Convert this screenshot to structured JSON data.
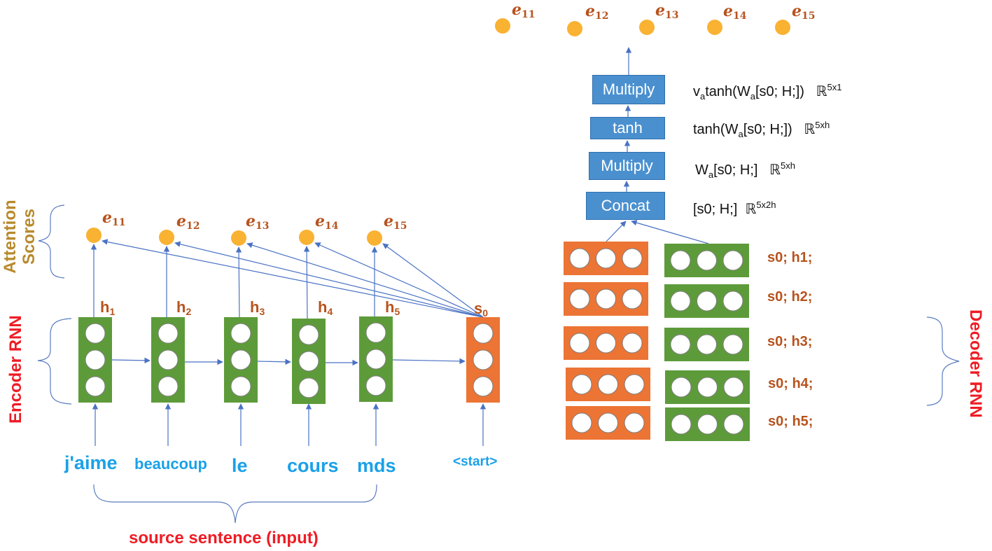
{
  "colors": {
    "encoder_green": "#5d9b3a",
    "decoder_orange": "#ec7434",
    "score_gold": "#f9b232",
    "arrow_blue": "#4a72c4",
    "op_blue": "#4a90cf",
    "word_blue": "#1aa1e8",
    "label_brown": "#b7531d",
    "label_red": "#ee1c24",
    "label_gold": "#b88a2d"
  },
  "labels": {
    "attention_scores_line1": "Attention",
    "attention_scores_line2": "Scores",
    "encoder_rnn": "Encoder RNN",
    "decoder_rnn": "Decoder RNN",
    "source_sentence": "source sentence (input)"
  },
  "encoder": {
    "words": [
      "j'aime",
      "beaucoup",
      "le",
      "cours",
      "mds"
    ],
    "hidden": [
      {
        "base": "h",
        "sub": "1"
      },
      {
        "base": "h",
        "sub": "2"
      },
      {
        "base": "h",
        "sub": "3"
      },
      {
        "base": "h",
        "sub": "4"
      },
      {
        "base": "h",
        "sub": "5"
      }
    ]
  },
  "decoder": {
    "start_token": "<start>",
    "state": {
      "base": "s",
      "sub": "0"
    }
  },
  "scores": [
    {
      "base": "e",
      "sub": "11"
    },
    {
      "base": "e",
      "sub": "12"
    },
    {
      "base": "e",
      "sub": "13"
    },
    {
      "base": "e",
      "sub": "14"
    },
    {
      "base": "e",
      "sub": "15"
    }
  ],
  "concat_pairs": [
    "s0; h1;",
    "s0; h2;",
    "s0; h3;",
    "s0; h4;",
    "s0; h5;"
  ],
  "ops": {
    "concat": "Concat",
    "multiply1": "Multiply",
    "tanh": "tanh",
    "multiply2": "Multiply"
  },
  "equations": {
    "concat": {
      "expr": "[s0; H;]",
      "space": "ℝ",
      "dim": "5x2h"
    },
    "multiply1": {
      "expr_pre": "W",
      "expr_sub": "a",
      "expr_post": "[s0; H;]",
      "space": "ℝ",
      "dim": "5xh"
    },
    "tanh": {
      "expr_pre": "tanh(W",
      "expr_sub": "a",
      "expr_post": "[s0; H;])",
      "space": "ℝ",
      "dim": "5xh"
    },
    "multiply2": {
      "expr_pre": "v",
      "expr_sub": "a",
      "expr_post": "tanh(W",
      "expr_sub2": "a",
      "expr_post2": "[s0; H;])",
      "space": "ℝ",
      "dim": "5x1"
    }
  }
}
